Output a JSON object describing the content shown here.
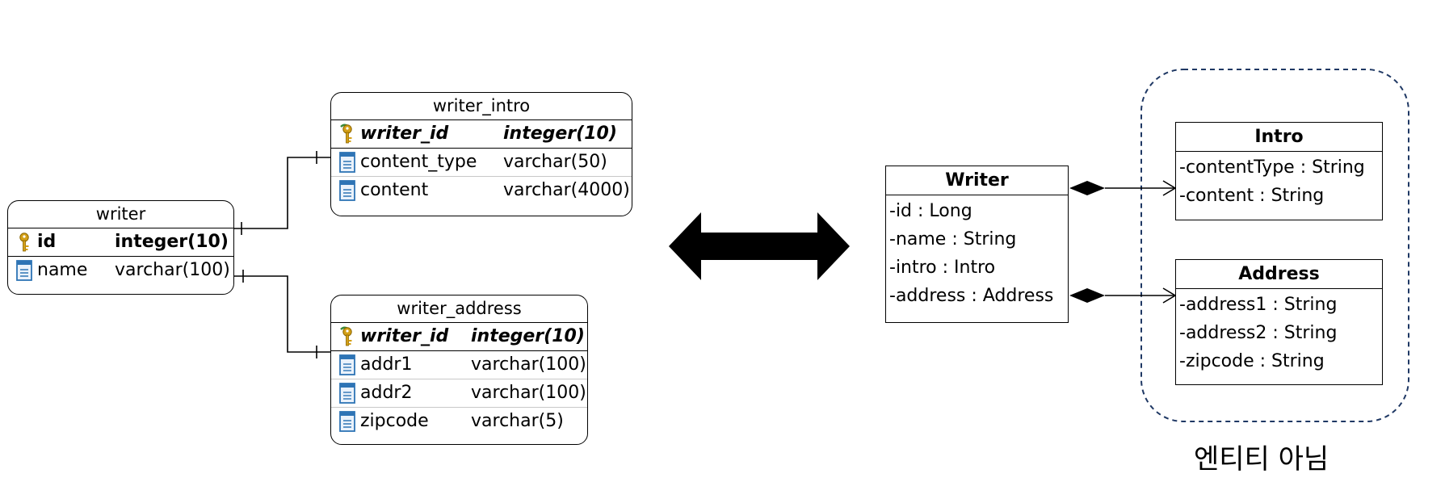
{
  "erd": {
    "writer": {
      "title": "writer",
      "rows": [
        {
          "name": "id",
          "type": "integer(10)",
          "kind": "pk",
          "icon": "key-icon"
        },
        {
          "name": "name",
          "type": "varchar(100)",
          "kind": "col",
          "icon": "column-icon"
        }
      ]
    },
    "writer_intro": {
      "title": "writer_intro",
      "rows": [
        {
          "name": "writer_id",
          "type": "integer(10)",
          "kind": "pkfk",
          "icon": "foreign-key-icon"
        },
        {
          "name": "content_type",
          "type": "varchar(50)",
          "kind": "col",
          "icon": "column-icon"
        },
        {
          "name": "content",
          "type": "varchar(4000)",
          "kind": "col",
          "icon": "column-icon"
        }
      ]
    },
    "writer_address": {
      "title": "writer_address",
      "rows": [
        {
          "name": "writer_id",
          "type": "integer(10)",
          "kind": "pkfk",
          "icon": "foreign-key-icon"
        },
        {
          "name": "addr1",
          "type": "varchar(100)",
          "kind": "col",
          "icon": "column-icon"
        },
        {
          "name": "addr2",
          "type": "varchar(100)",
          "kind": "col",
          "icon": "column-icon"
        },
        {
          "name": "zipcode",
          "type": "varchar(5)",
          "kind": "col",
          "icon": "column-icon"
        }
      ]
    }
  },
  "uml": {
    "writer": {
      "title": "Writer",
      "attrs": [
        "-id : Long",
        "-name : String",
        "-intro : Intro",
        "-address : Address"
      ]
    },
    "intro": {
      "title": "Intro",
      "attrs": [
        "-contentType : String",
        "-content : String"
      ]
    },
    "address": {
      "title": "Address",
      "attrs": [
        "-address1 : String",
        "-address2 : String",
        "-zipcode : String"
      ]
    }
  },
  "caption": "엔티티 아님",
  "colors": {
    "line": "#000000",
    "dashed_group": "#1f3864",
    "row_divider": "#c8c8c8",
    "key_gold": "#d4a017",
    "column_blue": "#2e74b5"
  }
}
